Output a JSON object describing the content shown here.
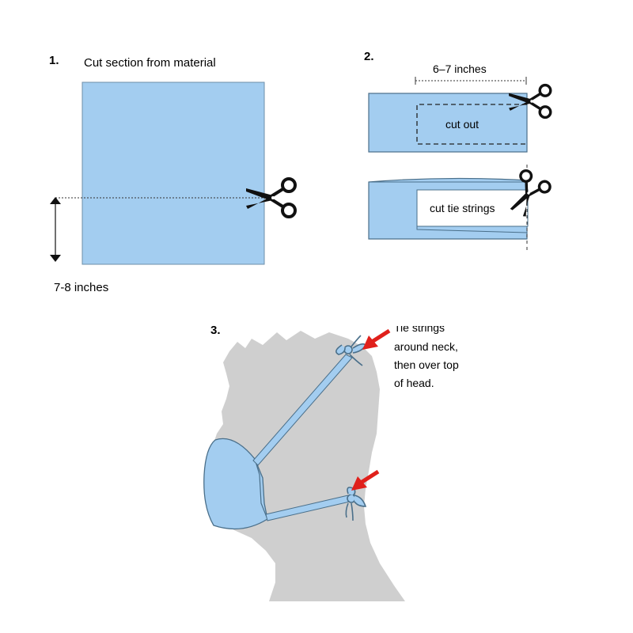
{
  "step1": {
    "number": "1.",
    "title": "Cut section from material",
    "measure": "7-8 inches"
  },
  "step2": {
    "number": "2.",
    "measure": "6–7 inches",
    "cut_out": "cut out",
    "cut_ties": "cut tie strings"
  },
  "step3": {
    "number": "3.",
    "caption_partial": "Tie strings",
    "caption_lines": [
      "around neck,",
      "then over top",
      "of head."
    ]
  },
  "colors": {
    "fabric": "#a3cdf0",
    "fabric_stroke": "#4a6f8a",
    "silhouette": "#cfcfcf",
    "arrow": "#e0201b"
  }
}
